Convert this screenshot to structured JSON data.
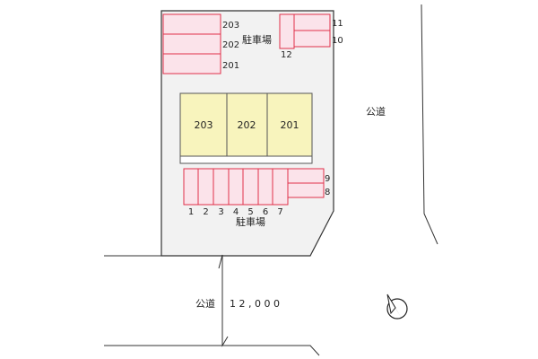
{
  "colors": {
    "lot_fill": "#f2f2f2",
    "line": "#333333",
    "parking_fill": "#fbe3ea",
    "parking_stroke": "#e0304a",
    "building_fill": "#f8f4bd",
    "building_stroke": "#555555"
  },
  "labels": {
    "parking_lot_upper": "駐車場",
    "parking_lot_lower": "駐車場",
    "public_road_east": "公道",
    "public_road_south": "公道",
    "road_width": "12,000"
  },
  "parking_top_left": [
    "203",
    "202",
    "201"
  ],
  "parking_top_right": [
    "11",
    "10"
  ],
  "parking_top_right_bottom": "12",
  "parking_bottom_row": [
    "1",
    "2",
    "3",
    "4",
    "5",
    "6",
    "7"
  ],
  "parking_bottom_right": [
    "9",
    "8"
  ],
  "buildings": [
    "203",
    "202",
    "201"
  ],
  "icons": {
    "compass": "north-arrow-icon"
  }
}
